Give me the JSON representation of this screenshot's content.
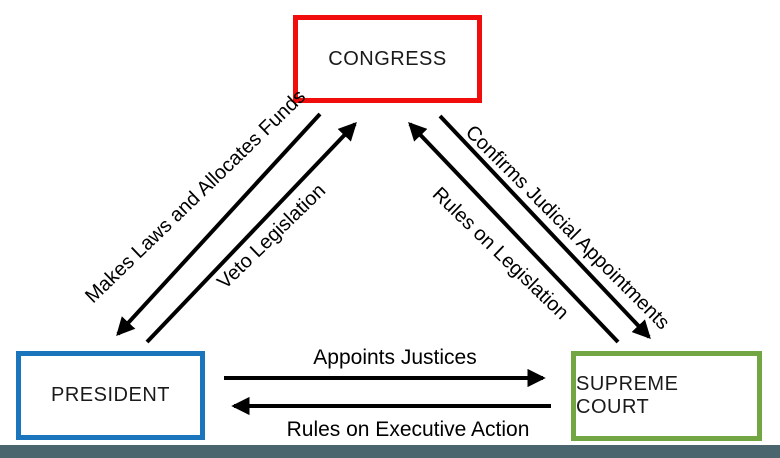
{
  "nodes": {
    "congress": {
      "label": "CONGRESS",
      "border_color": "#f20d0d"
    },
    "president": {
      "label": "PRESIDENT",
      "border_color": "#1b75bc"
    },
    "supreme_court": {
      "label": "SUPREME COURT",
      "border_color": "#71a643"
    }
  },
  "edges": {
    "makes_laws": {
      "label": "Makes Laws and Allocates Funds",
      "from": "CONGRESS",
      "to": "PRESIDENT"
    },
    "veto": {
      "label": "Veto Legislation",
      "from": "PRESIDENT",
      "to": "CONGRESS"
    },
    "rules_legislation": {
      "label": "Rules on Legislation",
      "from": "SUPREME COURT",
      "to": "CONGRESS"
    },
    "confirms": {
      "label": "Confirms Judicial Appointments",
      "from": "CONGRESS",
      "to": "SUPREME COURT"
    },
    "appoints": {
      "label": "Appoints Justices",
      "from": "PRESIDENT",
      "to": "SUPREME COURT"
    },
    "rules_executive": {
      "label": "Rules on Executive Action",
      "from": "SUPREME COURT",
      "to": "PRESIDENT"
    }
  },
  "colors": {
    "arrow": "#000000",
    "footer_bar": "#4a656e",
    "background": "#ffffff"
  }
}
